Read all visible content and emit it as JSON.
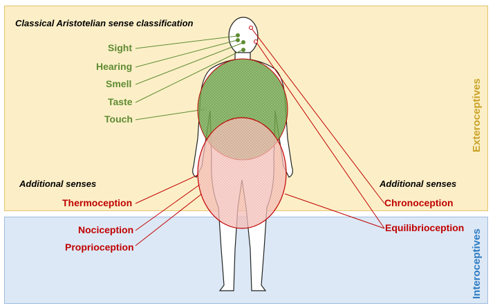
{
  "title": "Classical Aristotelian sense classification",
  "classical_senses": [
    "Sight",
    "Hearing",
    "Smell",
    "Taste",
    "Touch"
  ],
  "additional_senses_heading_left": "Additional senses",
  "additional_senses_heading_right": "Additional senses",
  "additional_left": [
    "Thermoception",
    "Nociception",
    "Proprioception"
  ],
  "additional_right": [
    "Chronoception",
    "Equilibrioception"
  ],
  "regions": {
    "top": "Exteroceptives",
    "bottom": "Interoceptives"
  },
  "colors": {
    "classical": "#5e8b32",
    "additional": "#c00000",
    "extero": "#c9a227",
    "intero": "#2e7bc4"
  }
}
